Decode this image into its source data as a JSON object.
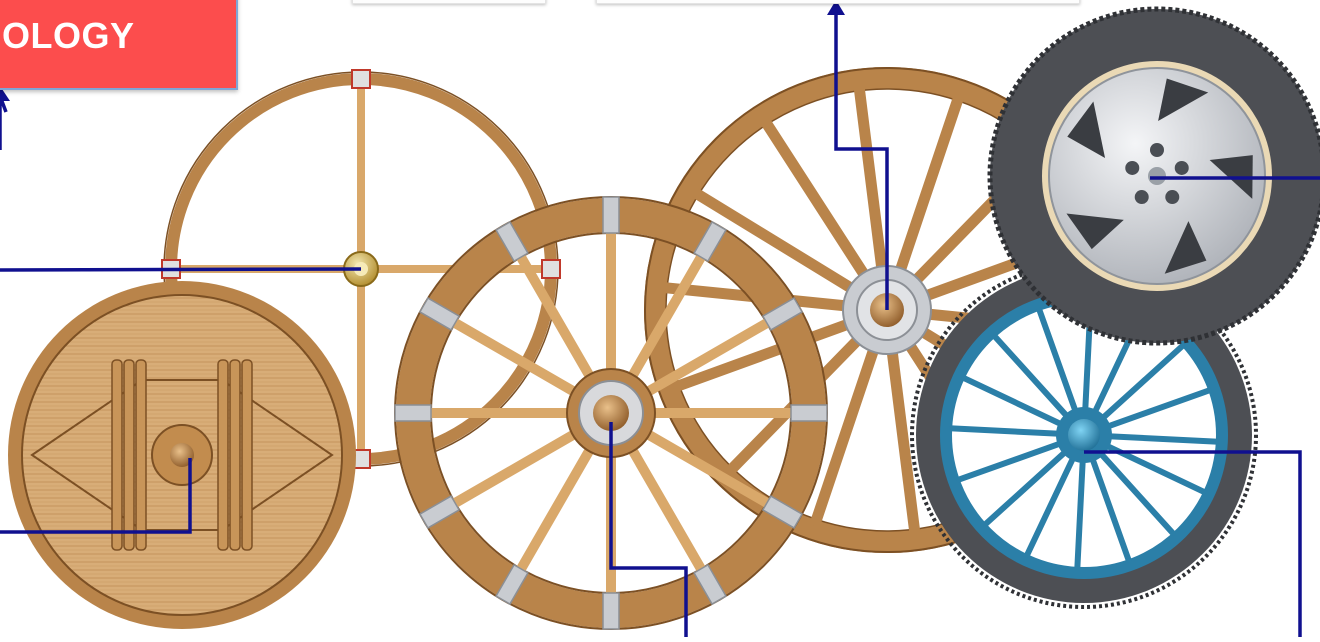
{
  "title": {
    "text": "OLOGY",
    "background": "#fc4d4d"
  },
  "colors": {
    "callout_line": "#10108f",
    "wood_light": "#d9a86a",
    "wood_mid": "#b9844a",
    "wood_dark": "#7c5024",
    "metal": "#c9ccd1",
    "tire": "#4d4f54",
    "tire_dark": "#2f3135",
    "rim_blue": "#2b7fa8",
    "rim_silver": "#d7dadf"
  },
  "diagram": {
    "items": [
      {
        "id": "solid-disc-wheel",
        "name": "disc-wheel"
      },
      {
        "id": "spoked-frame-wheel",
        "name": "four-spoke-wheel"
      },
      {
        "id": "iron-banded-wheel",
        "name": "banded-wooden-wheel"
      },
      {
        "id": "large-wagon-wheel",
        "name": "wagon-wheel"
      },
      {
        "id": "wire-spoke-tyre",
        "name": "spoked-tyre-wheel"
      },
      {
        "id": "alloy-car-tyre",
        "name": "car-tyre-wheel"
      }
    ]
  }
}
